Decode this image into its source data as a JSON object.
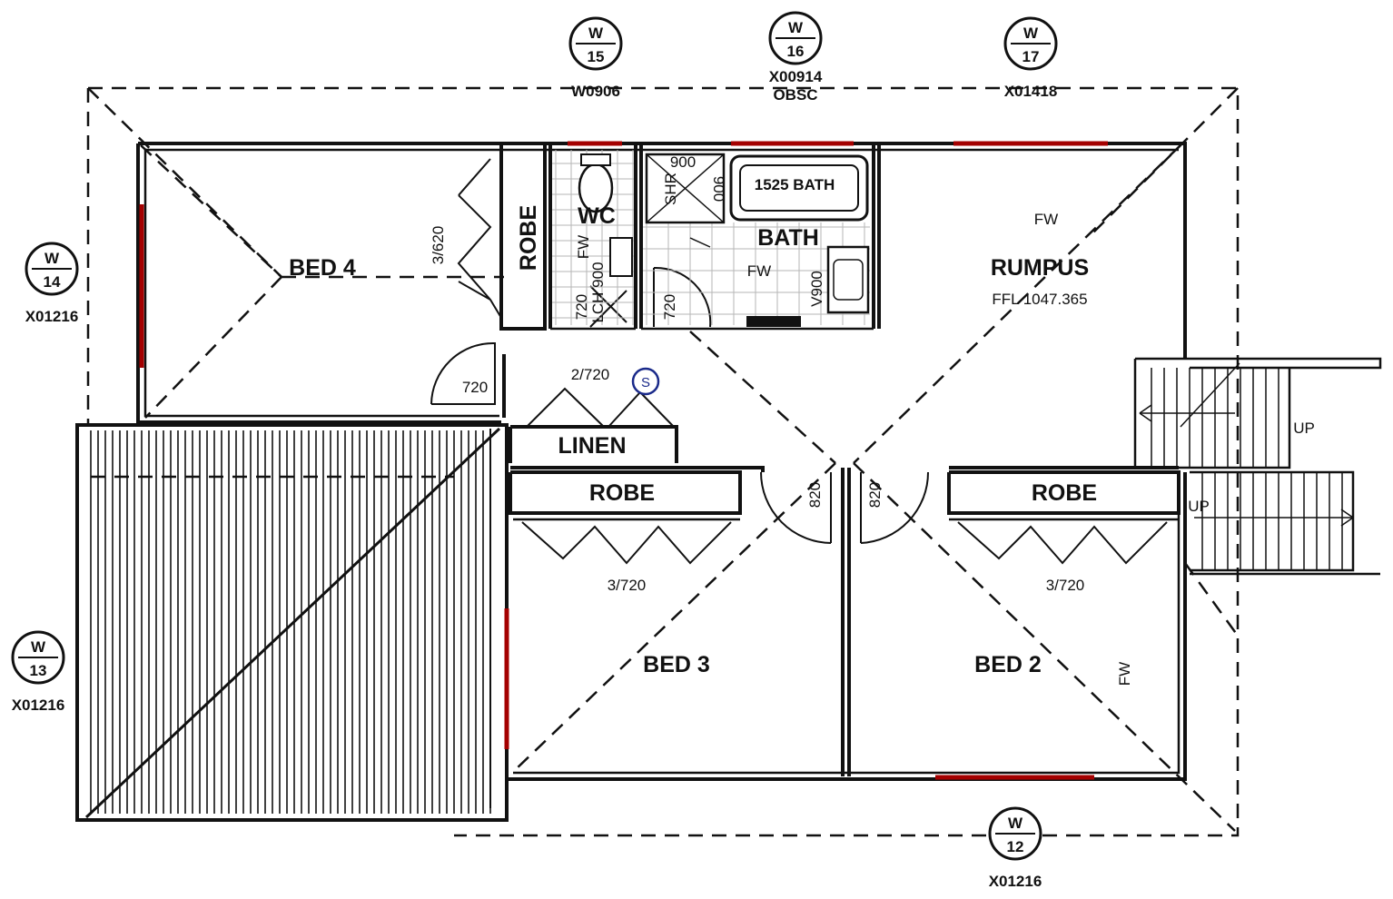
{
  "rooms": {
    "bed4": "BED 4",
    "bed3": "BED 3",
    "bed2": "BED 2",
    "rumpus": "RUMPUS",
    "wc": "WC",
    "bath": "BATH",
    "linen": "LINEN",
    "robe": "ROBE"
  },
  "fixtures": {
    "bath_size": "1525 BATH",
    "shower_w": "900",
    "shower_d": "900",
    "shr": "SHR",
    "vanity": "V900",
    "fw": "FW",
    "lch": "LCH 900",
    "up": "UP"
  },
  "levels": {
    "ffl": "FFL 1047.365"
  },
  "doors": {
    "d720": "720",
    "d2_720": "2/720",
    "d3_720": "3/720",
    "d3_620": "3/620",
    "d820": "820"
  },
  "symbols": {
    "smoke": "S"
  },
  "windows": [
    {
      "mark": "W",
      "num": "15",
      "code": "W0906",
      "note": ""
    },
    {
      "mark": "W",
      "num": "16",
      "code": "X00914",
      "note": "OBSC"
    },
    {
      "mark": "W",
      "num": "17",
      "code": "X01418",
      "note": ""
    },
    {
      "mark": "W",
      "num": "14",
      "code": "X01216",
      "note": ""
    },
    {
      "mark": "W",
      "num": "13",
      "code": "X01216",
      "note": ""
    },
    {
      "mark": "W",
      "num": "12",
      "code": "X01216",
      "note": ""
    }
  ],
  "colors": {
    "line": "#111111",
    "window": "#a40000",
    "smoke_detector": "#1a2a8a"
  }
}
